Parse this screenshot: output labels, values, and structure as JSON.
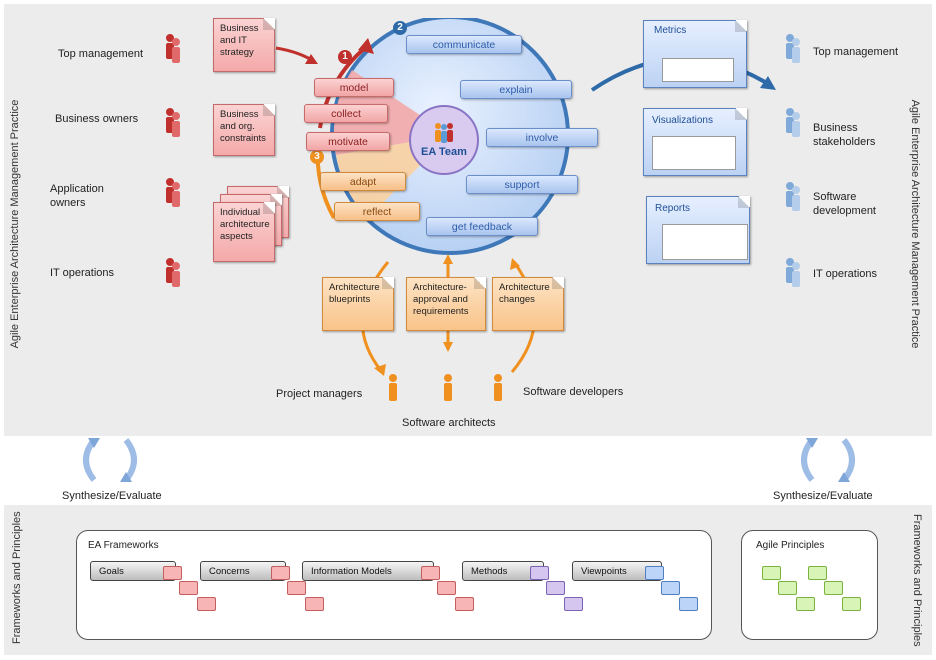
{
  "left_side_label": "Agile Enterprise Architecture Management Practice",
  "right_side_label": "Agile Enterprise Architecture Management Practice",
  "bottom_left_label": "Frameworks and Principles",
  "bottom_right_label": "Frameworks and Principles",
  "left_stakeholders": [
    "Top management",
    "Business owners",
    "Application owners",
    "IT operations"
  ],
  "right_stakeholders": [
    "Top management",
    "Business stakeholders",
    "Software development",
    "IT operations"
  ],
  "left_notes": [
    "Business and IT strategy",
    "Business and org. constraints",
    "Individual architecture aspects"
  ],
  "cycle": {
    "numbers": [
      "1",
      "2",
      "3"
    ],
    "center": "EA Team",
    "red_steps": [
      "model",
      "collect",
      "motivate"
    ],
    "orange_steps": [
      "adapt",
      "reflect"
    ],
    "blue_steps": [
      "communicate",
      "explain",
      "involve",
      "support",
      "get feedback"
    ]
  },
  "bottom_notes": [
    "Architecture blueprints",
    "Architecture-approval and requirements",
    "Architecture changes"
  ],
  "bottom_people": [
    "Project managers",
    "Software developers",
    "Software architects"
  ],
  "outputs": [
    "Metrics",
    "Visualizations",
    "Reports"
  ],
  "synthesize_left": "Synthesize/Evaluate",
  "synthesize_right": "Synthesize/Evaluate",
  "frameworks": {
    "title": "EA Frameworks",
    "items": [
      "Goals",
      "Concerns",
      "Information Models",
      "Methods",
      "Viewpoints"
    ]
  },
  "agile_principles": "Agile Principles",
  "colors": {
    "panel": "#ececec",
    "red": "#c0302d",
    "blue": "#5b9bd5",
    "orange": "#f0901e",
    "dark_blue": "#2e6aa8"
  }
}
